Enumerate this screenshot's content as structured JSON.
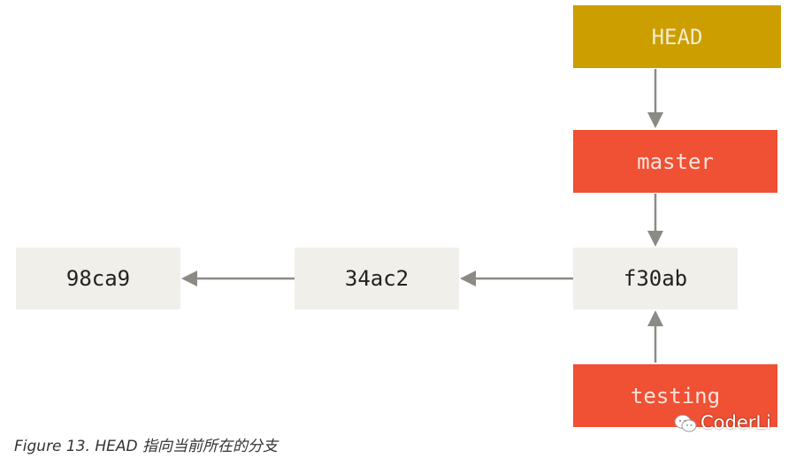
{
  "diagram": {
    "commits": [
      "98ca9",
      "34ac2",
      "f30ab"
    ],
    "head": "HEAD",
    "branches": [
      "master",
      "testing"
    ]
  },
  "caption": "Figure 13. HEAD 指向当前所在的分支",
  "watermark": {
    "text": "CoderLi",
    "icon": "wechat-icon"
  },
  "colors": {
    "head": "#cc9e00",
    "branch": "#f05033",
    "commit": "#f0efea",
    "arrow": "#8c8a84"
  }
}
